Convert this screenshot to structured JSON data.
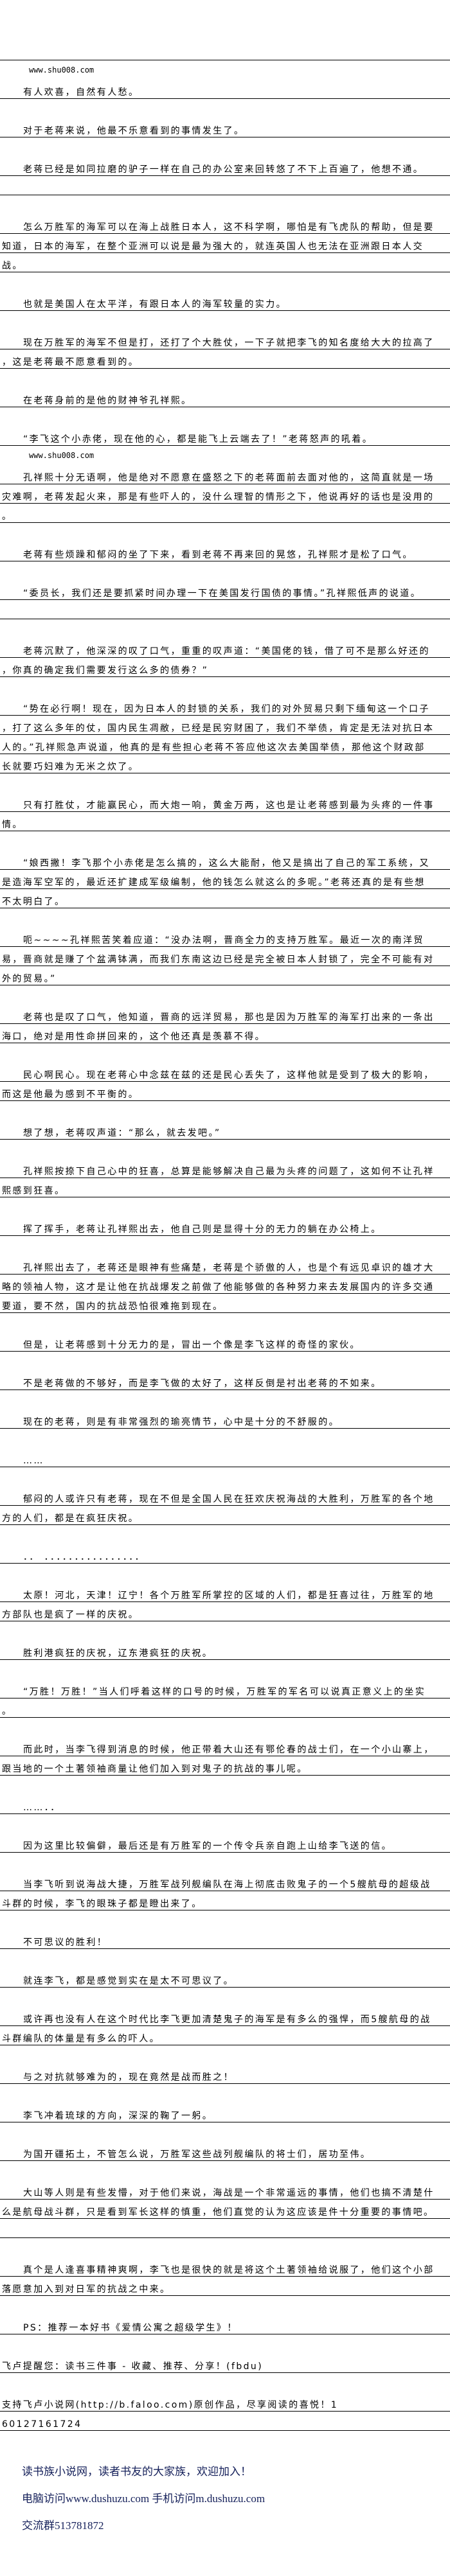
{
  "content": [
    {
      "type": "url",
      "text": "www.shu008.com"
    },
    {
      "type": "para",
      "lines": [
        "有人欢喜，自然有人愁。"
      ]
    },
    {
      "type": "para",
      "lines": [
        "对于老蒋来说，他最不乐意看到的事情发生了。"
      ]
    },
    {
      "type": "para",
      "lines": [
        "老蒋已经是如同拉磨的驴子一样在自己的办公室来回转悠了不下上百遍了，他想不通。"
      ],
      "trailing_empty": true
    },
    {
      "type": "para",
      "lines": [
        "怎么万胜军的海军可以在海上战胜日本人，这不科学啊，哪怕是有飞虎队的帮助，但是要",
        "知道，日本的海军，在整个亚洲可以说是最为强大的，就连英国人也无法在亚洲跟日本人交",
        "战。"
      ]
    },
    {
      "type": "para",
      "lines": [
        "也就是美国人在太平洋，有跟日本人的海军较量的实力。"
      ]
    },
    {
      "type": "para",
      "lines": [
        "现在万胜军的海军不但是打，还打了个大胜仗，一下子就把李飞的知名度给大大的拉高了",
        "，这是老蒋最不愿意看到的。"
      ]
    },
    {
      "type": "para",
      "lines": [
        "在老蒋身前的是他的财神爷孔祥熙。"
      ]
    },
    {
      "type": "para",
      "lines": [
        "“李飞这个小赤佬，现在他的心，都是能飞上云端去了！”老蒋怒声的吼着。"
      ]
    },
    {
      "type": "url",
      "text": "www.shu008.com"
    },
    {
      "type": "para",
      "lines": [
        "孔祥熙十分无语啊，他是绝对不愿意在盛怒之下的老蒋面前去面对他的，这简直就是一场",
        "灾难啊，老蒋发起火来，那是有些吓人的，没什么理智的情形之下，他说再好的话也是没用的",
        "。"
      ]
    },
    {
      "type": "para",
      "lines": [
        "老蒋有些烦躁和郁闷的坐了下来，看到老蒋不再来回的晃悠，孔祥熙才是松了口气。"
      ]
    },
    {
      "type": "para",
      "lines": [
        "“委员长，我们还是要抓紧时间办理一下在美国发行国债的事情。”孔祥熙低声的说道。"
      ],
      "trailing_empty": true
    },
    {
      "type": "para",
      "lines": [
        "老蒋沉默了，他深深的叹了口气，重重的叹声道：“美国佬的钱，借了可不是那么好还的",
        "，你真的确定我们需要发行这么多的债券？”"
      ]
    },
    {
      "type": "para",
      "lines": [
        "“势在必行啊！现在，因为日本人的封锁的关系，我们的对外贸易只剩下缅甸这一个口子",
        "，打了这么多年的仗，国内民生凋敝，已经是民穷财困了，我们不举债，肯定是无法对抗日本",
        "人的。”孔祥熙急声说道，他真的是有些担心老蒋不答应他这次去美国举债，那他这个财政部",
        "长就要巧妇难为无米之炊了。"
      ]
    },
    {
      "type": "para",
      "lines": [
        "只有打胜仗，才能赢民心，而大炮一响，黄金万两，这也是让老蒋感到最为头疼的一件事",
        "情。"
      ]
    },
    {
      "type": "para",
      "lines": [
        "“娘西撇！李飞那个小赤佬是怎么搞的，这么大能耐，他又是搞出了自己的军工系统，又",
        "是造海军空军的，最近还扩建成军级编制，他的钱怎么就这么的多呢。”老蒋还真的是有些想",
        "不太明白了。"
      ]
    },
    {
      "type": "para",
      "lines": [
        "呃~~~~孔祥熙苦笑着应道：“没办法啊，晋商全力的支持万胜军。最近一次的南洋贸",
        "易，晋商就是赚了个盆满钵满，而我们东南这边已经是完全被日本人封锁了，完全不可能有对",
        "外的贸易。”"
      ]
    },
    {
      "type": "para",
      "lines": [
        "老蒋也是叹了口气，他知道，晋商的远洋贸易，那也是因为万胜军的海军打出来的一条出",
        "海口，绝对是用性命拼回来的，这个他还真是羡慕不得。"
      ]
    },
    {
      "type": "para",
      "lines": [
        "民心啊民心。现在老蒋心中念兹在兹的还是民心丢失了，这样他就是受到了极大的影响，",
        "而这是他最为感到不平衡的。"
      ]
    },
    {
      "type": "para",
      "lines": [
        "想了想，老蒋叹声道：“那么，就去发吧。”"
      ]
    },
    {
      "type": "para",
      "lines": [
        "孔祥熙按捺下自己心中的狂喜，总算是能够解决自己最为头疼的问题了，这如何不让孔祥",
        "熙感到狂喜。"
      ]
    },
    {
      "type": "para",
      "lines": [
        "挥了挥手，老蒋让孔祥熙出去，他自己则是显得十分的无力的躺在办公椅上。"
      ]
    },
    {
      "type": "para",
      "lines": [
        "孔祥熙出去了，老蒋还是眼神有些痛楚，老蒋是个骄傲的人，也是个有远见卓识的雄才大",
        "略的领袖人物，这才是让他在抗战爆发之前做了他能够做的各种努力来去发展国内的许多交通",
        "要道，要不然，国内的抗战恐怕很难拖到现在。"
      ]
    },
    {
      "type": "para",
      "lines": [
        "但是，让老蒋感到十分无力的是，冒出一个像是李飞这样的奇怪的家伙。"
      ]
    },
    {
      "type": "para",
      "lines": [
        "不是老蒋做的不够好，而是李飞做的太好了，这样反倒是衬出老蒋的不如来。"
      ]
    },
    {
      "type": "para",
      "lines": [
        "现在的老蒋，则是有非常强烈的瑜亮情节，心中是十分的不舒服的。"
      ]
    },
    {
      "type": "para",
      "lines": [
        "……"
      ]
    },
    {
      "type": "para",
      "lines": [
        "郁闷的人或许只有老蒋，现在不但是全国人民在狂欢庆祝海战的大胜利，万胜军的各个地",
        "方的人们，都是在疯狂庆祝。"
      ]
    },
    {
      "type": "para",
      "lines": [
        "．． ．．．．．．．．．．．．．．．．"
      ]
    },
    {
      "type": "para",
      "lines": [
        "太原！河北，天津！辽宁！各个万胜军所掌控的区域的人们，都是狂喜过往，万胜军的地",
        "方部队也是疯了一样的庆祝。"
      ]
    },
    {
      "type": "para",
      "lines": [
        "胜利港疯狂的庆祝，辽东港疯狂的庆祝。"
      ]
    },
    {
      "type": "para",
      "lines": [
        "“万胜！万胜！”当人们呼着这样的口号的时候，万胜军的军名可以说真正意义上的坐实",
        "。"
      ]
    },
    {
      "type": "para",
      "lines": [
        "而此时，当李飞得到消息的时候，他正带着大山还有鄂伦春的战士们，在一个小山寨上，",
        "跟当地的一个土著领袖商量让他们加入到对鬼子的抗战的事儿呢。"
      ]
    },
    {
      "type": "para",
      "lines": [
        "……．．"
      ]
    },
    {
      "type": "para",
      "lines": [
        "因为这里比较偏僻，最后还是有万胜军的一个传令兵亲自跑上山给李飞送的信。"
      ]
    },
    {
      "type": "para",
      "lines": [
        "当李飞听到说海战大捷，万胜军战列舰编队在海上彻底击败鬼子的一个5艘航母的超级战",
        "斗群的时候，李飞的眼珠子都是瞪出来了。"
      ]
    },
    {
      "type": "para",
      "lines": [
        "不可思议的胜利！"
      ]
    },
    {
      "type": "para",
      "lines": [
        "就连李飞，都是感觉到实在是太不可思议了。"
      ]
    },
    {
      "type": "para",
      "lines": [
        "或许再也没有人在这个时代比李飞更加清楚鬼子的海军是有多么的强悍，而5艘航母的战",
        "斗群编队的体量是有多么的吓人。"
      ]
    },
    {
      "type": "para",
      "lines": [
        "与之对抗就够难为的，现在竟然是战而胜之！"
      ]
    },
    {
      "type": "para",
      "lines": [
        "李飞冲着琉球的方向，深深的鞠了一躬。"
      ]
    },
    {
      "type": "para",
      "lines": [
        "为国开疆拓土，不管怎么说，万胜军这些战列舰编队的将士们，居功至伟。"
      ]
    },
    {
      "type": "para",
      "lines": [
        "大山等人则是有些发懵，对于他们来说，海战是一个非常遥远的事情，他们也搞不清楚什",
        "么是航母战斗群，只是看到军长这样的慎重，他们直觉的认为这应该是件十分重要的事情吧。"
      ],
      "trailing_empty": true
    },
    {
      "type": "para",
      "lines": [
        "真个是人逢喜事精神爽啊，李飞也是很快的就是将这个土著领袖给说服了，他们这个小部",
        "落愿意加入到对日军的抗战之中来。"
      ]
    },
    {
      "type": "para",
      "lines": [
        "PS：推荐一本好书《爱情公寓之超级学生》！"
      ]
    },
    {
      "type": "para",
      "indent": false,
      "lines": [
        "飞卢提醒您：读书三件事 - 收藏、推荐、分享！(fbdu)"
      ]
    },
    {
      "type": "para",
      "indent": false,
      "lines": [
        "支持飞卢小说网(http://b.faloo.com)原创作品，尽享阅读的喜悦！1",
        "60127161724"
      ]
    }
  ],
  "footer": {
    "slogan": "读书族小说网，读者书友的大家族，欢迎加入！",
    "access": "电脑访问www.dushuzu.com 手机访问m.dushuzu.com",
    "group": "交流群513781872"
  },
  "colors": {
    "footer_text": "#15205a",
    "rule": "#000000"
  }
}
